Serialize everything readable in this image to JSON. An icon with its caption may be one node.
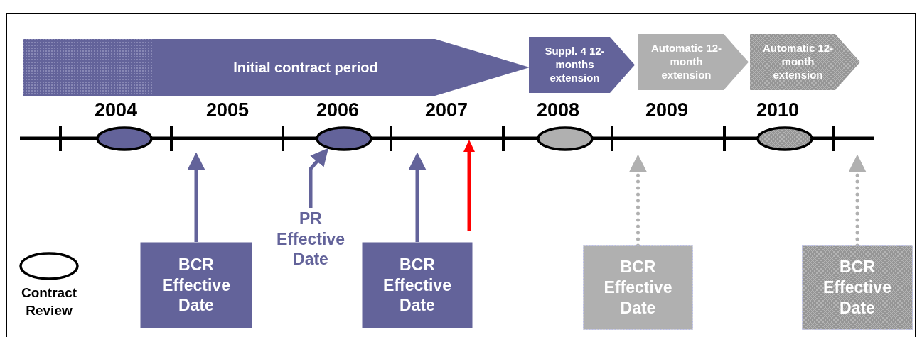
{
  "diagram": {
    "nodes": [
      {
        "text": [
          "Initial contract period"
        ]
      },
      {
        "text": [
          "Suppl. 4 12-months extension"
        ]
      },
      {
        "text": [
          "Automatic 12-month extension"
        ]
      },
      {
        "text": [
          "Automatic 12-month extension"
        ]
      },
      {
        "text": [],
        "shape": "ellipse"
      },
      {
        "text": [],
        "shape": "ellipse"
      },
      {
        "text": [],
        "shape": "ellipse"
      },
      {
        "text": [],
        "shape": "ellipse"
      },
      {
        "text": [
          "BCR Effective Date"
        ]
      },
      {
        "text": [
          "PR Effective Date"
        ]
      },
      {
        "text": [
          "BCR Effective Date"
        ]
      },
      {
        "text": [
          "BCR Effective Date"
        ]
      },
      {
        "text": [
          "BCR Effective Date"
        ]
      }
    ],
    "edges": [
      {
        "from": 8,
        "to": null,
        "arrow": "to"
      },
      {
        "from": 9,
        "to": 5,
        "arrow": "to"
      },
      {
        "from": 10,
        "to": null,
        "arrow": "to"
      },
      {
        "from": 11,
        "to": null,
        "arrow": "to",
        "style": "dashed",
        "color": "#b0b0b0"
      },
      {
        "from": 12,
        "to": null,
        "arrow": "to",
        "style": "dashed",
        "color": "#b0b0b0"
      }
    ],
    "labels": [
      "2004",
      "2005",
      "2006",
      "2007",
      "2008",
      "2009",
      "2010"
    ],
    "legend": [
      {
        "text": "Contract Review"
      }
    ]
  }
}
